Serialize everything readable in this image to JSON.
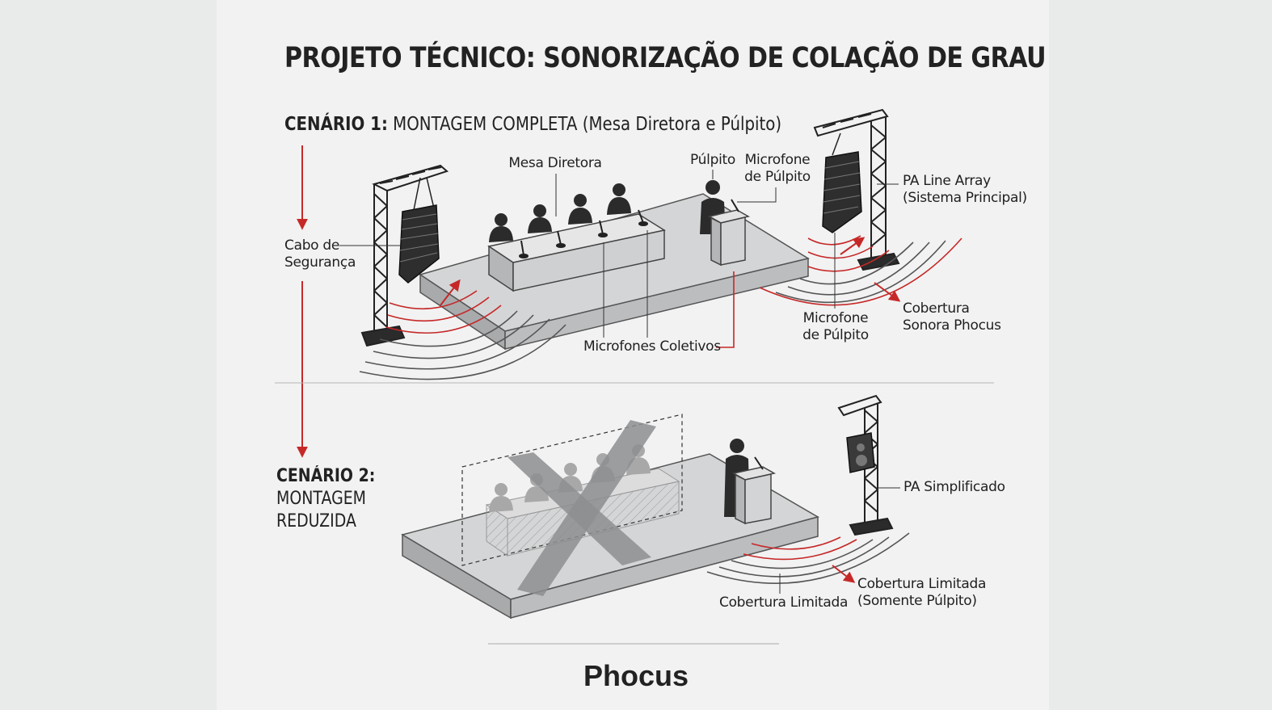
{
  "title": "PROJETO TÉCNICO: SONORIZAÇÃO DE COLAÇÃO DE GRAU",
  "scenario1": {
    "heading_bold": "CENÁRIO 1:",
    "heading_text": "MONTAGEM COMPLETA (Mesa Diretora e Púlpito)",
    "labels": {
      "mesa_diretora": "Mesa Diretora",
      "pulpito": "Púlpito",
      "microfone_pulpito_top_1": "Microfone",
      "microfone_pulpito_top_2": "de Púlpito",
      "pa_line_array_1": "PA Line Array",
      "pa_line_array_2": "(Sistema Principal)",
      "cabo_seguranca_1": "Cabo de",
      "cabo_seguranca_2": "Segurança",
      "microfones_coletivos": "Microfones Coletivos",
      "microfone_pulpito_bottom_1": "Microfone",
      "microfone_pulpito_bottom_2": "de Púlpito",
      "cobertura_1": "Cobertura",
      "cobertura_2": "Sonora Phocus"
    }
  },
  "scenario2": {
    "heading_bold": "CENÁRIO 2:",
    "heading_line2": "MONTAGEM",
    "heading_line3": "REDUZIDA",
    "labels": {
      "pa_simplificado": "PA Simplificado",
      "cobertura_limitada": "Cobertura Limitada",
      "cobertura_limitada_right_1": "Cobertura Limitada",
      "cobertura_limitada_right_2": "(Somente Púlpito)"
    }
  },
  "brand": "Phocus",
  "colors": {
    "accent_red": "#c62828",
    "ink": "#222222",
    "stage_top": "#d2d3d4",
    "stage_side": "#a8a9ab",
    "background": "#f2f2f2"
  }
}
